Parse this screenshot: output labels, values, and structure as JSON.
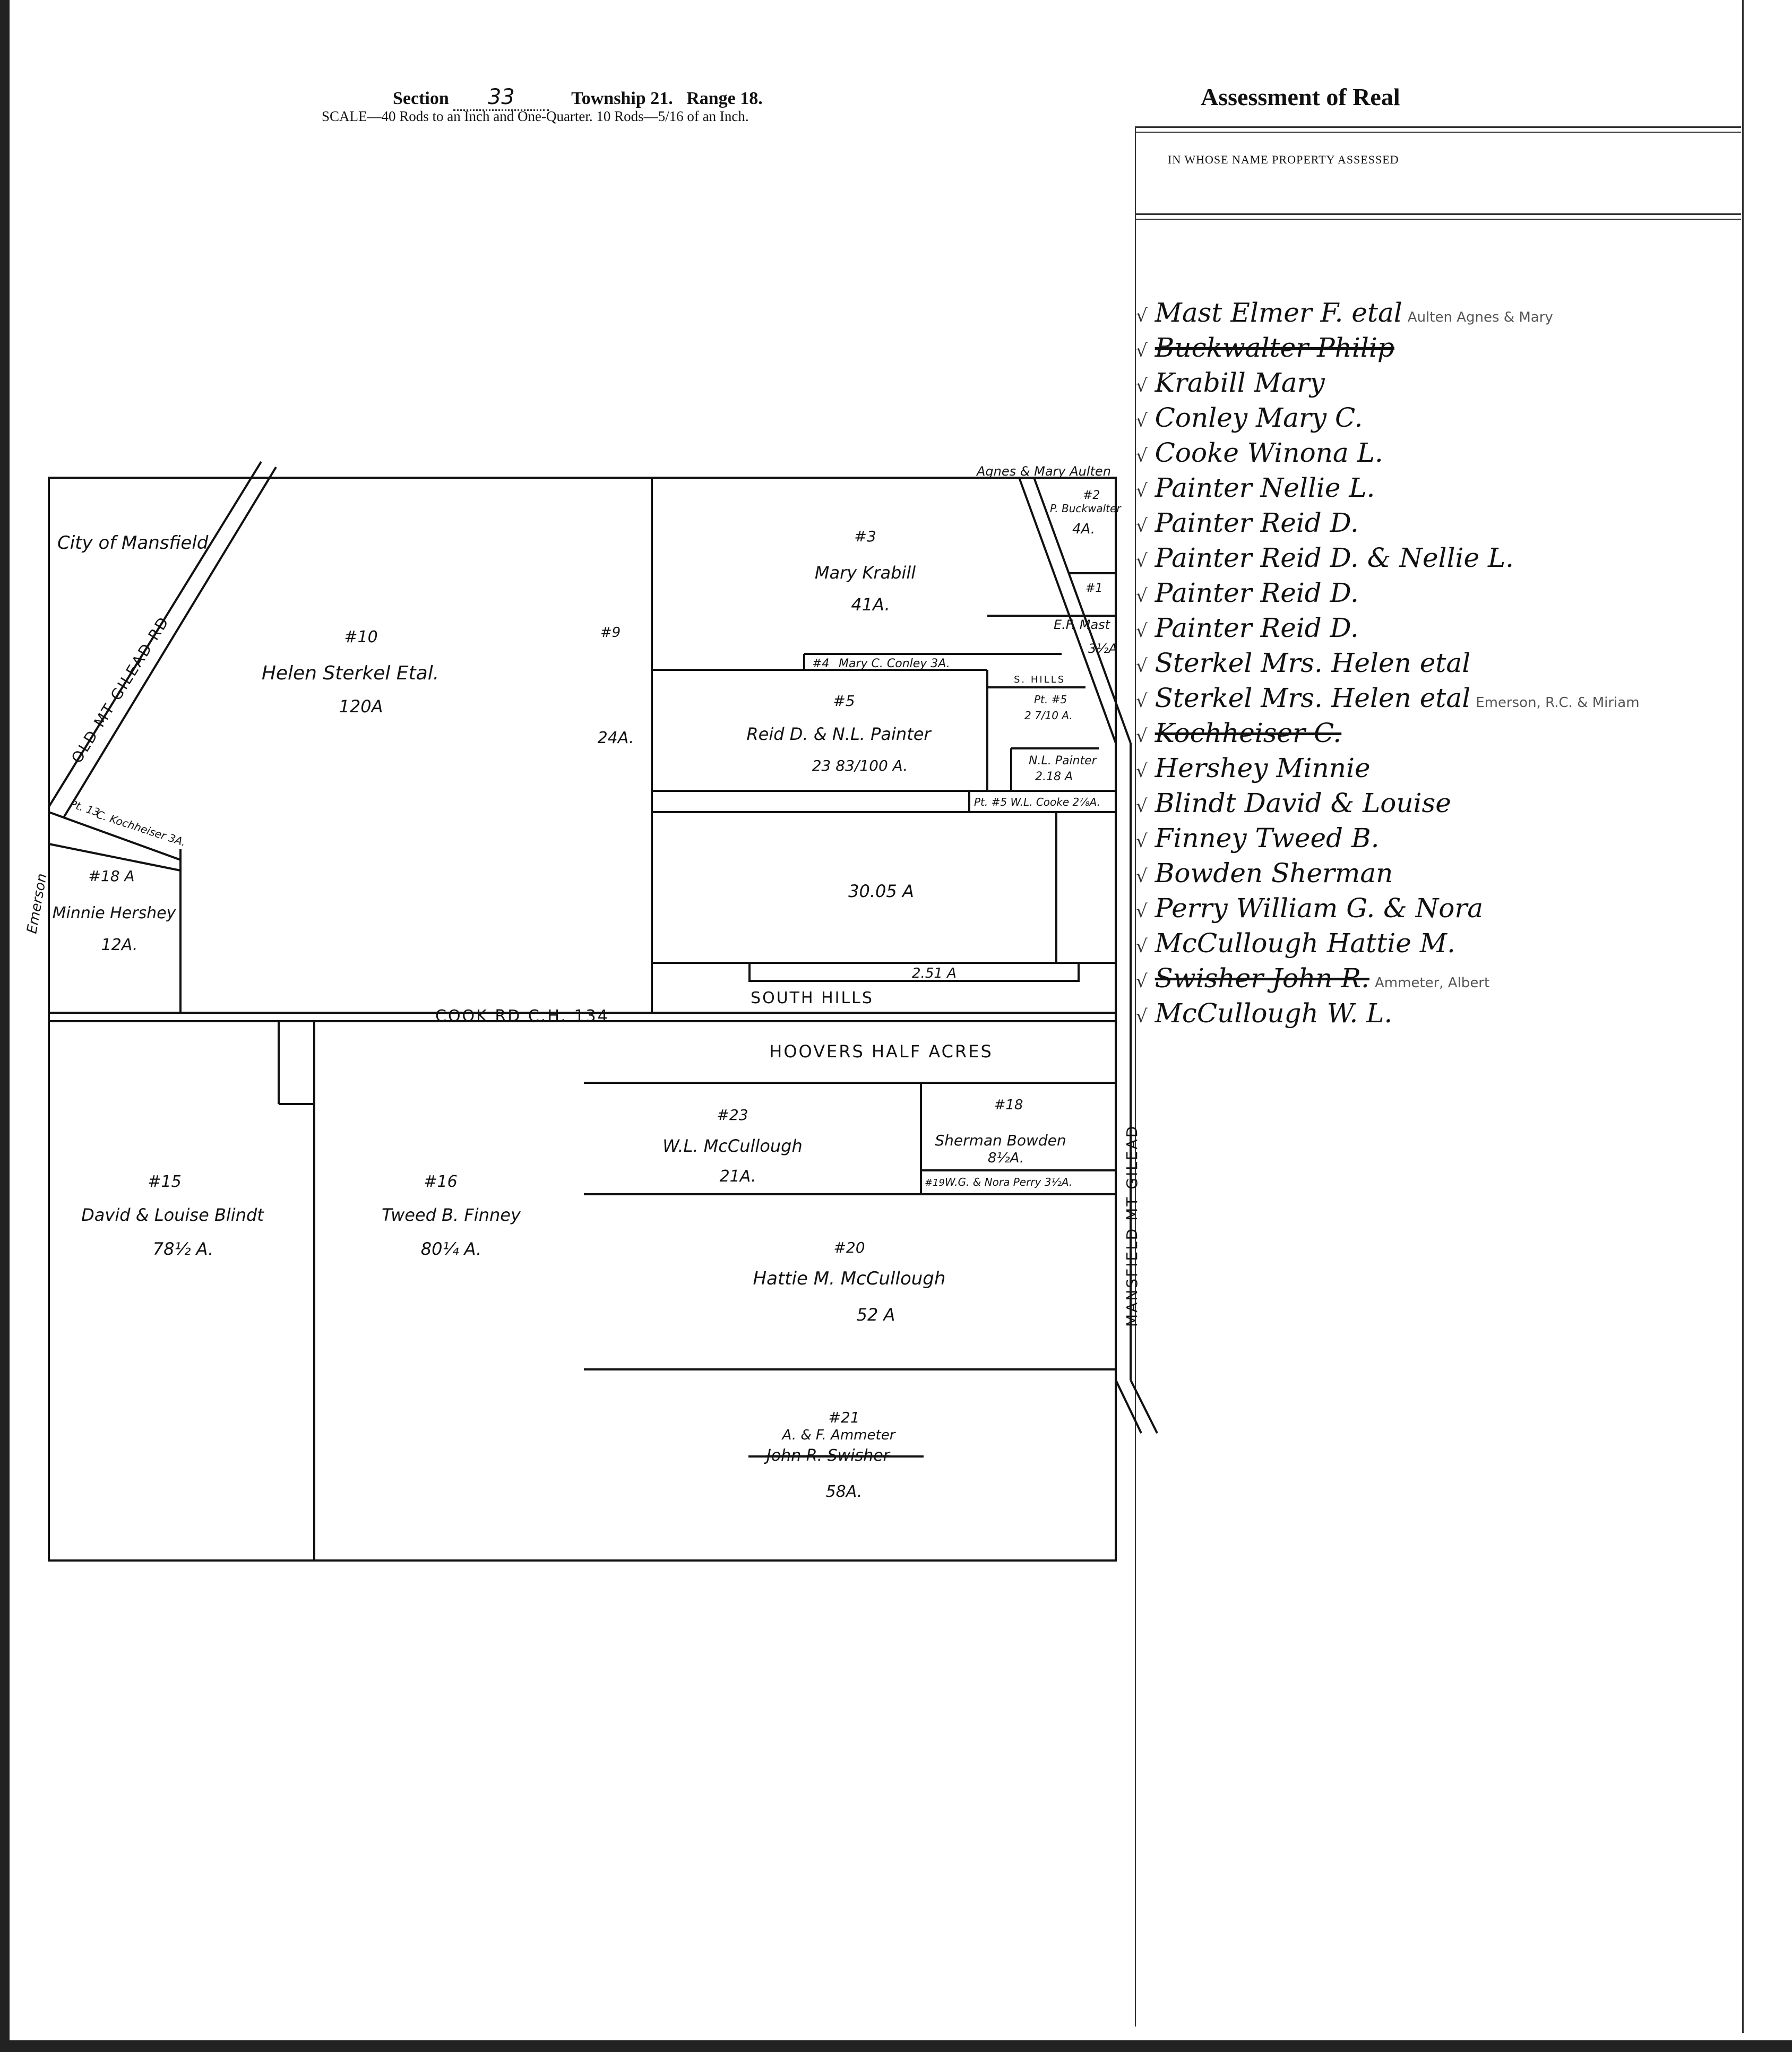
{
  "header": {
    "section_label": "Section",
    "section_number": "33",
    "township": "Township 21.",
    "range": "Range 18.",
    "scale": "SCALE—40 Rods to an Inch and One-Quarter.   10 Rods—5/16 of an Inch.",
    "assessment_title": "Assessment of Real",
    "owner_column_heading": "IN WHOSE NAME PROPERTY ASSESSED"
  },
  "owners": [
    {
      "name": "Mast Elmer F. etal",
      "struck": false,
      "note": "Aulten Agnes & Mary"
    },
    {
      "name": "Buckwalter Philip",
      "struck": true,
      "note": ""
    },
    {
      "name": "Krabill Mary",
      "struck": false,
      "note": ""
    },
    {
      "name": "Conley Mary C.",
      "struck": false,
      "note": ""
    },
    {
      "name": "Cooke Winona L.",
      "struck": false,
      "note": ""
    },
    {
      "name": "Painter Nellie L.",
      "struck": false,
      "note": ""
    },
    {
      "name": "Painter Reid D.",
      "struck": false,
      "note": ""
    },
    {
      "name": "Painter Reid D. & Nellie L.",
      "struck": false,
      "note": ""
    },
    {
      "name": "Painter Reid D.",
      "struck": false,
      "note": ""
    },
    {
      "name": "Painter Reid D.",
      "struck": false,
      "note": ""
    },
    {
      "name": "Sterkel Mrs. Helen etal",
      "struck": false,
      "note": ""
    },
    {
      "name": "Sterkel Mrs. Helen etal",
      "struck": false,
      "note": "Emerson, R.C. & Miriam"
    },
    {
      "name": "Kochheiser C.",
      "struck": true,
      "note": ""
    },
    {
      "name": "Hershey Minnie",
      "struck": false,
      "note": ""
    },
    {
      "name": "Blindt David & Louise",
      "struck": false,
      "note": ""
    },
    {
      "name": "Finney Tweed B.",
      "struck": false,
      "note": ""
    },
    {
      "name": "Bowden Sherman",
      "struck": false,
      "note": ""
    },
    {
      "name": "Perry William G. & Nora",
      "struck": false,
      "note": ""
    },
    {
      "name": "McCullough Hattie M.",
      "struck": false,
      "note": ""
    },
    {
      "name": "Swisher John R.",
      "struck": true,
      "note": "Ammeter, Albert"
    },
    {
      "name": "McCullough W. L.",
      "struck": false,
      "note": ""
    }
  ],
  "map": {
    "roads": {
      "cook_rd": "COOK  RD      C.H. 134",
      "mt_gilead_west": "OLD MT GILEAD RD",
      "mt_gilead_east": "MANSFIELD MT GILEAD"
    },
    "city": "City of Mansfield",
    "hoovers": "HOOVERS HALF ACRES",
    "south_hills": "SOUTH HILLS",
    "s_hills": "S. HILLS",
    "emerson": "Emerson",
    "agnes_mary": "Agnes & Mary Aulten",
    "ammeter_note": "A. & F. Ammeter",
    "parcels": {
      "p10": {
        "no": "#10",
        "owner": "Helen Sterkel Etal.",
        "area": "120A"
      },
      "p9": {
        "no": "#9",
        "area": "24A."
      },
      "p3": {
        "no": "#3",
        "owner": "Mary Krabill",
        "area": "41A."
      },
      "p2": {
        "no": "#2",
        "owner": "P. Buckwalter",
        "area": "4A."
      },
      "p1": {
        "no": "#1",
        "owner": "E.F. Mast",
        "area": "3½A"
      },
      "p4": {
        "no": "#4",
        "text": "Mary C. Conley 3A."
      },
      "p5": {
        "no": "#5",
        "owner": "Reid D. & N.L. Painter",
        "area": "23 83/100 A."
      },
      "pt5a": {
        "no": "Pt. #5",
        "area": "2 7/10 A."
      },
      "np": {
        "owner": "N.L. Painter",
        "area": "2.18 A"
      },
      "pt5c": {
        "text": "Pt. #5  W.L. Cooke  2⅞A."
      },
      "p_3005": {
        "area": "30.05 A"
      },
      "p_251": {
        "area": "2.51 A"
      },
      "p13": {
        "no": "Pt. 13",
        "text": "C. Kochheiser 3A."
      },
      "p18a": {
        "no": "#18 A",
        "owner": "Minnie Hershey",
        "area": "12A."
      },
      "p15": {
        "no": "#15",
        "owner": "David & Louise Blindt",
        "area": "78½ A."
      },
      "p16": {
        "no": "#16",
        "owner": "Tweed B. Finney",
        "area": "80¼ A."
      },
      "p23": {
        "no": "#23",
        "owner": "W.L. McCullough",
        "area": "21A."
      },
      "p18": {
        "no": "#18",
        "owner": "Sherman Bowden",
        "area": "8½A."
      },
      "p19": {
        "no": "#19",
        "text": "W.G. & Nora Perry 3½A."
      },
      "p20": {
        "no": "#20",
        "owner": "Hattie M. McCullough",
        "area": "52 A"
      },
      "p21": {
        "no": "#21",
        "owner": "John R. Swisher",
        "area": "58A."
      }
    }
  }
}
